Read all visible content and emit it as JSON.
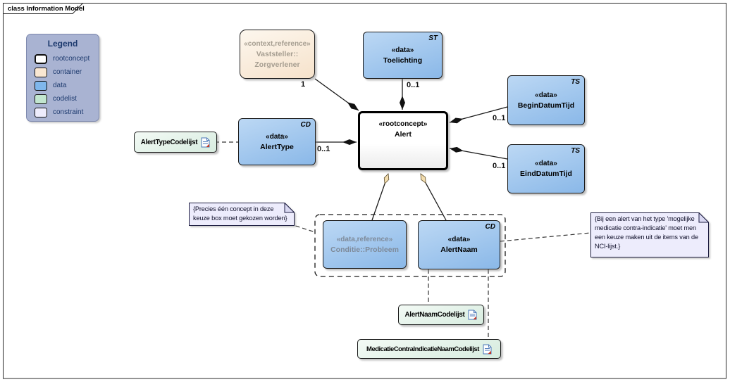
{
  "frame": {
    "title": "class Information Model"
  },
  "legend": {
    "title": "Legend",
    "items": [
      {
        "label": "rootconcept",
        "color": "#ffffff"
      },
      {
        "label": "container",
        "color": "#f9e7d2"
      },
      {
        "label": "data",
        "color": "#7fb7ec"
      },
      {
        "label": "codelist",
        "color": "#c2e6cf"
      },
      {
        "label": "constraint",
        "color": "#edecfc"
      }
    ]
  },
  "nodes": {
    "vaststeller": {
      "stereotype": "«context,reference»",
      "name_line1": "Vaststeller::",
      "name_line2": "Zorgverlener"
    },
    "toelichting": {
      "stereotype": "«data»",
      "name": "Toelichting",
      "tag": "ST"
    },
    "alert": {
      "stereotype": "«rootconcept»",
      "name": "Alert"
    },
    "begindatumtijd": {
      "stereotype": "«data»",
      "name": "BeginDatumTijd",
      "tag": "TS"
    },
    "einddatumtijd": {
      "stereotype": "«data»",
      "name": "EindDatumTijd",
      "tag": "TS"
    },
    "alerttype": {
      "stereotype": "«data»",
      "name": "AlertType",
      "tag": "CD"
    },
    "conditie": {
      "stereotype": "«data,reference»",
      "name": "Conditie::Probleem"
    },
    "alertnaam": {
      "stereotype": "«data»",
      "name": "AlertNaam",
      "tag": "CD"
    }
  },
  "codelists": {
    "alerttype_codelijst": "AlertTypeCodelijst",
    "alertnaam_codelijst": "AlertNaamCodelijst",
    "medicatie_codelijst": "MedicatieContraIndicatieNaamCodelijst"
  },
  "notes": {
    "keuze_note": "{Precies één concept in deze keuze box moet gekozen worden}",
    "nci_note": "{Bij een alert van het type 'mogelijke medicatie contra-indicatie' moet men een keuze maken uit de items van de NCI-lijst.}"
  },
  "multiplicities": {
    "vaststeller_alert": "1",
    "toelichting_alert": "0..1",
    "begindatumtijd_alert": "0..1",
    "einddatumtijd_alert": "0..1",
    "alerttype_alert": "0..1"
  },
  "colors": {
    "line": "#1a1a1a",
    "diamond_filled": "#111111",
    "diamond_open": "#f3ddae",
    "legend_bg": "#a9b3d2",
    "data_fill": "#8ab8e8",
    "container_fill": "#f6e2cb",
    "codelist_fill": "#d7ecdf",
    "constraint_fill": "#edecfc"
  }
}
